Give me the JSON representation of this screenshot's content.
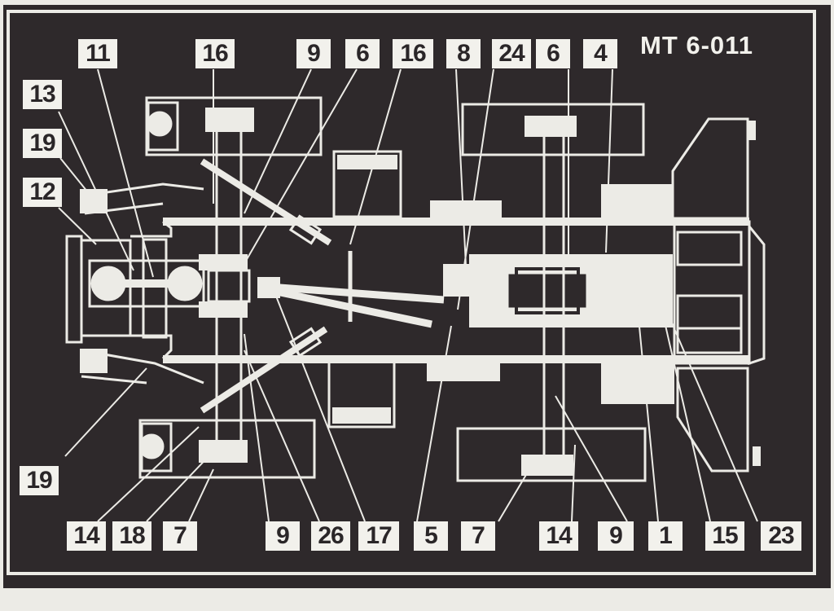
{
  "title": "MT 6-011",
  "labels": {
    "top": [
      "11",
      "16",
      "9",
      "6",
      "16",
      "8",
      "24",
      "6",
      "4"
    ],
    "left": [
      "13",
      "19",
      "12"
    ],
    "bottom_left": [
      "19"
    ],
    "bottom": [
      "14",
      "18",
      "7",
      "9",
      "26",
      "17",
      "5",
      "7",
      "14",
      "9",
      "1",
      "15",
      "23"
    ]
  },
  "colors": {
    "background": "#2e292b",
    "line": "#ecebe6",
    "label_bg": "#f2f1ec",
    "label_text": "#2a2628",
    "page": "#ecebe6"
  }
}
